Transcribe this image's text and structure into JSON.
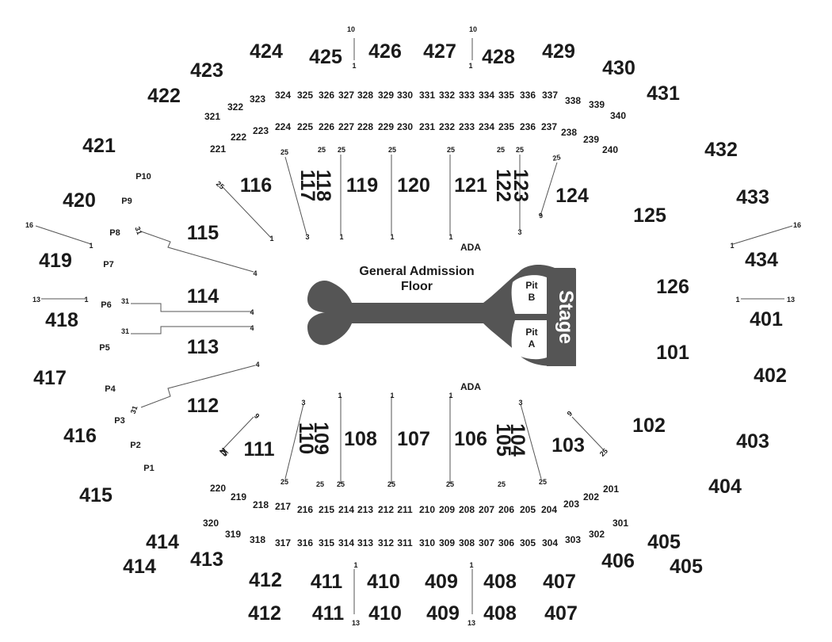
{
  "venue": {
    "floor_label_line1": "General Admission",
    "floor_label_line2": "Floor",
    "stage_label": "Stage",
    "pit_b": [
      "Pit",
      "B"
    ],
    "pit_a": [
      "Pit",
      "A"
    ],
    "ada_label": "ADA",
    "stage_color": "#555555"
  },
  "sections_400": [
    "401",
    "402",
    "403",
    "404",
    "405",
    "405",
    "406",
    "407",
    "407",
    "408",
    "408",
    "409",
    "409",
    "410",
    "410",
    "411",
    "411",
    "412",
    "412",
    "413",
    "414",
    "414",
    "415",
    "416",
    "417",
    "418",
    "419",
    "420",
    "421",
    "422",
    "423",
    "424",
    "425",
    "426",
    "427",
    "428",
    "429",
    "430",
    "431",
    "432",
    "433",
    "434"
  ],
  "sections_300": [
    "301",
    "302",
    "303",
    "304",
    "305",
    "306",
    "307",
    "308",
    "309",
    "310",
    "311",
    "312",
    "313",
    "314",
    "315",
    "316",
    "317",
    "318",
    "319",
    "320",
    "321",
    "322",
    "323",
    "324",
    "325",
    "326",
    "327",
    "328",
    "329",
    "330",
    "331",
    "332",
    "333",
    "334",
    "335",
    "336",
    "337",
    "338",
    "339",
    "340"
  ],
  "sections_200": [
    "201",
    "202",
    "203",
    "204",
    "205",
    "206",
    "207",
    "208",
    "209",
    "210",
    "211",
    "212",
    "213",
    "214",
    "215",
    "216",
    "217",
    "218",
    "219",
    "220",
    "221",
    "222",
    "223",
    "224",
    "225",
    "226",
    "227",
    "228",
    "229",
    "230",
    "231",
    "232",
    "233",
    "234",
    "235",
    "236",
    "237",
    "238",
    "239",
    "240"
  ],
  "sections_100": [
    "101",
    "102",
    "103",
    "104",
    "105",
    "106",
    "107",
    "108",
    "109",
    "110",
    "111",
    "112",
    "113",
    "114",
    "115",
    "116",
    "117",
    "118",
    "119",
    "120",
    "121",
    "122",
    "123",
    "124",
    "125",
    "126"
  ],
  "pods": [
    "P1",
    "P2",
    "P3",
    "P4",
    "P5",
    "P6",
    "P7",
    "P8",
    "P9",
    "P10"
  ],
  "row_numbers": [
    "10",
    "1",
    "10",
    "1",
    "16",
    "1",
    "13",
    "1",
    "16",
    "1",
    "1",
    "13",
    "1",
    "13",
    "1",
    "13",
    "25",
    "25",
    "25",
    "25",
    "25",
    "25",
    "25",
    "3",
    "1",
    "1",
    "1",
    "3",
    "1",
    "31",
    "4",
    "31",
    "4",
    "31",
    "4",
    "31",
    "4",
    "9",
    "25",
    "25",
    "3",
    "25",
    "1",
    "25",
    "1",
    "25",
    "1",
    "25",
    "25",
    "25",
    "3",
    "9",
    "25",
    "25",
    "9",
    "25",
    "25"
  ]
}
